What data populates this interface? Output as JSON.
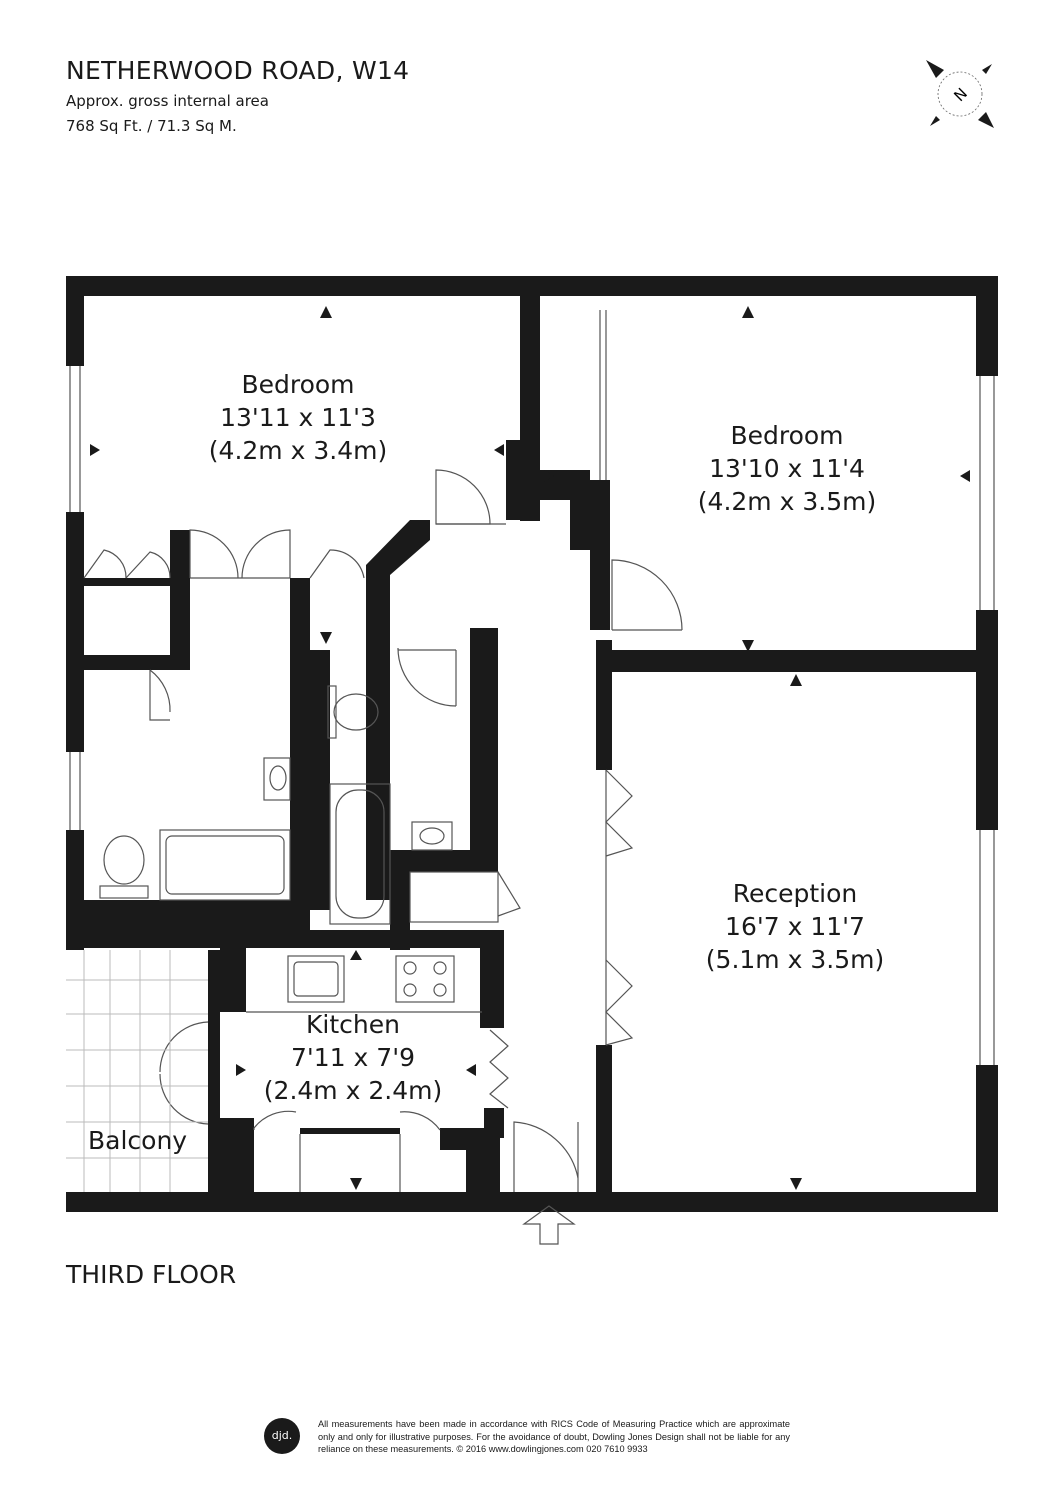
{
  "header": {
    "title": "NETHERWOOD ROAD, W14",
    "area_label": "Approx. gross internal area",
    "area_value": "768 Sq Ft. / 71.3 Sq M."
  },
  "compass": {
    "letter": "N"
  },
  "rooms": {
    "bedroom1": {
      "name": "Bedroom",
      "imperial": "13'11 x 11'3",
      "metric": "(4.2m x 3.4m)"
    },
    "bedroom2": {
      "name": "Bedroom",
      "imperial": "13'10 x 11'4",
      "metric": "(4.2m x 3.5m)"
    },
    "reception": {
      "name": "Reception",
      "imperial": "16'7 x 11'7",
      "metric": "(5.1m x 3.5m)"
    },
    "kitchen": {
      "name": "Kitchen",
      "imperial": "7'11 x 7'9",
      "metric": "(2.4m x 2.4m)"
    },
    "balcony": {
      "name": "Balcony"
    }
  },
  "floor_label": "THIRD FLOOR",
  "footer": {
    "logo": "djd.",
    "disclaimer": "All measurements have been made in accordance with RICS Code of Measuring Practice which are approximate only and only for illustrative purposes. For the avoidance of doubt, Dowling Jones Design shall not be liable for any reliance on these measurements. © 2016 www.dowlingjones.com 020 7610 9933"
  },
  "colors": {
    "wall": "#1a1a1a",
    "line": "#555555"
  }
}
